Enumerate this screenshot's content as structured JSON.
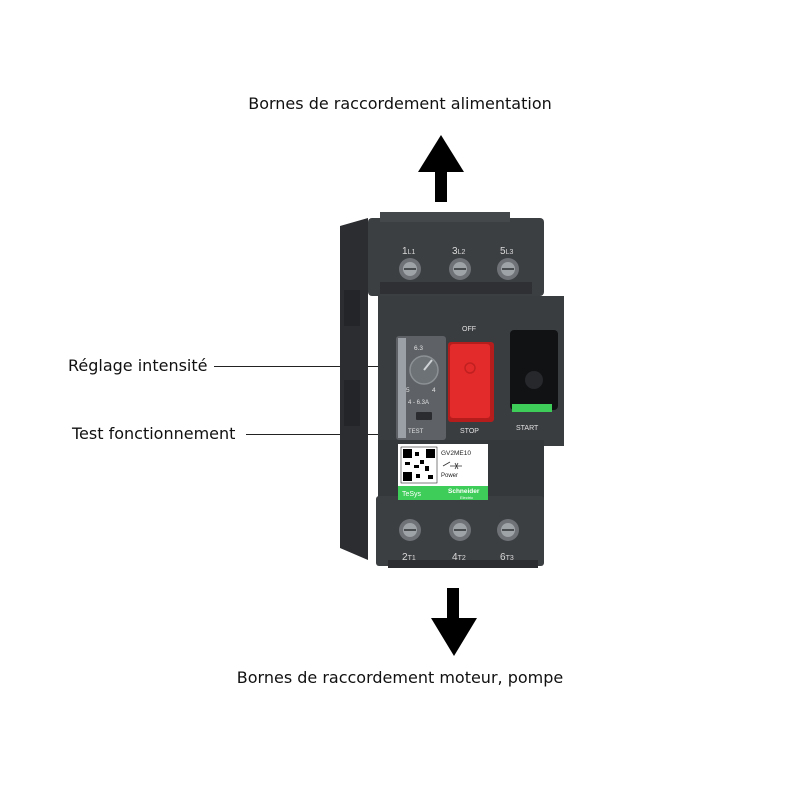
{
  "captions": {
    "supply_terminals": "Bornes de raccordement alimentation",
    "motor_terminals": "Bornes de raccordement moteur, pompe",
    "current_setting": "Réglage intensité",
    "function_test": "Test fonctionnement"
  },
  "device": {
    "top_terminals": [
      {
        "num": "1",
        "phase": "L1"
      },
      {
        "num": "3",
        "phase": "L2"
      },
      {
        "num": "5",
        "phase": "L3"
      }
    ],
    "bottom_terminals": [
      {
        "num": "2",
        "phase": "T1"
      },
      {
        "num": "4",
        "phase": "T2"
      },
      {
        "num": "6",
        "phase": "T3"
      }
    ],
    "dial": {
      "max": "6.3",
      "ticks": [
        "5",
        "4"
      ],
      "range": "4 - 6.3A"
    },
    "test_label": "TEST",
    "off_label": "OFF",
    "stop_label": "STOP",
    "start_label": "START",
    "model": "GV2ME10",
    "power_label": "Power",
    "series": "TeSys",
    "brand": "Schneider",
    "brand_sub": "Electric"
  },
  "colors": {
    "body": "#3a3d40",
    "stop_button": "#e32b2b",
    "start_button": "#1a1a1a",
    "brand_green": "#3dcd58"
  }
}
